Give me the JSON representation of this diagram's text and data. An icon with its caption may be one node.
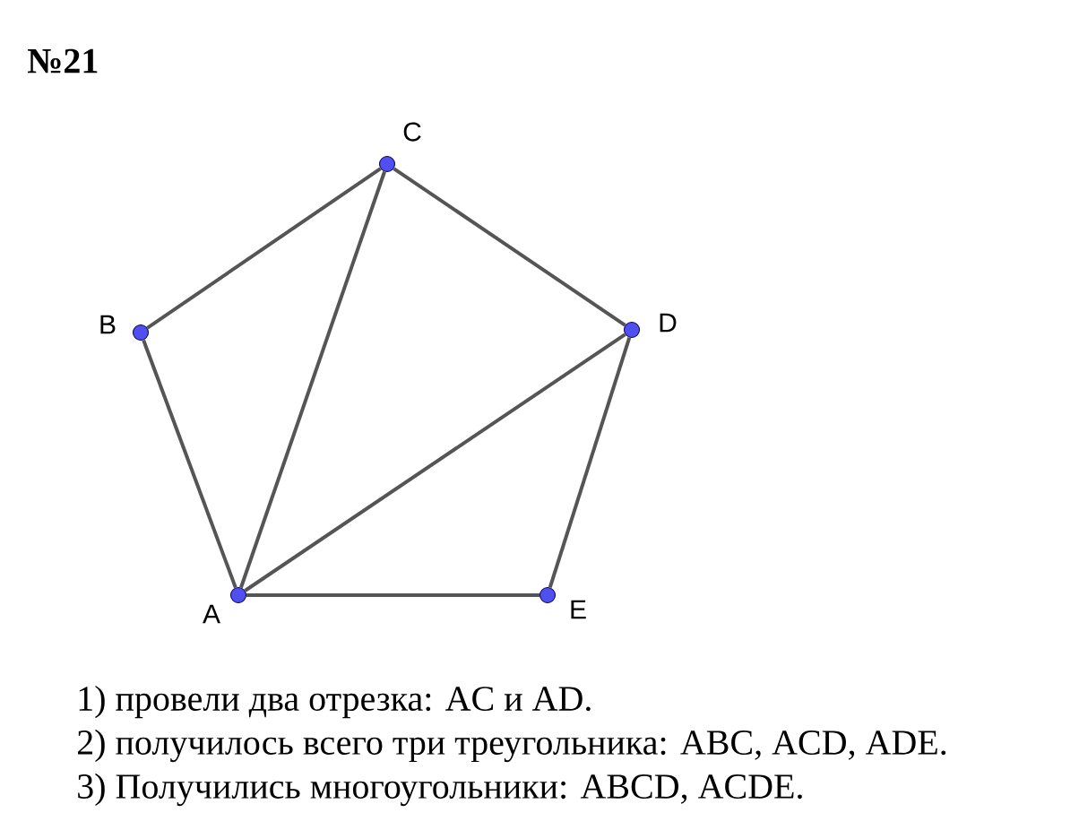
{
  "diagram": {
    "title": "№21",
    "nodes": [
      {
        "text": [],
        "shape": "circle",
        "beside": [
          "C"
        ]
      },
      {
        "text": [],
        "shape": "circle",
        "beside": [
          "B"
        ]
      },
      {
        "text": [],
        "shape": "circle",
        "beside": [
          "D"
        ]
      },
      {
        "text": [],
        "shape": "circle",
        "beside": [
          "A"
        ]
      },
      {
        "text": [],
        "shape": "circle",
        "beside": [
          "E"
        ]
      }
    ],
    "edges": [
      {
        "from": 1,
        "to": 0,
        "arrow": "none"
      },
      {
        "from": 0,
        "to": 2,
        "arrow": "none"
      },
      {
        "from": 2,
        "to": 4,
        "arrow": "none"
      },
      {
        "from": 3,
        "to": 4,
        "arrow": "none"
      },
      {
        "from": 3,
        "to": 1,
        "arrow": "none"
      },
      {
        "from": 3,
        "to": 0,
        "arrow": "none"
      },
      {
        "from": 3,
        "to": 2,
        "arrow": "none"
      }
    ],
    "labels": [
      "1) провели два отрезка: AC и AD.",
      "2) получилось всего три треугольника: ABC, ACD, ADE.",
      "3) Получились многоугольники: ABCD, ACDE."
    ]
  }
}
